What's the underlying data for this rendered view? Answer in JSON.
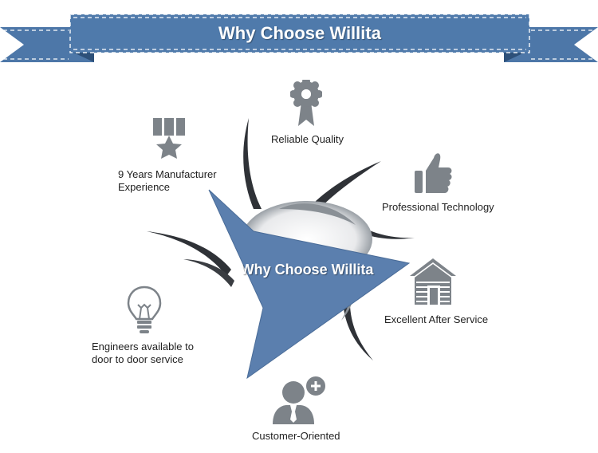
{
  "banner": {
    "title": "Why Choose Willita"
  },
  "diagram": {
    "center_title": "Why Choose Willita",
    "features": [
      {
        "label": "Reliable Quality",
        "icon": "rosette-icon"
      },
      {
        "label": "Professional Technology",
        "icon": "thumbs-up-icon"
      },
      {
        "label": "Excellent After Service",
        "icon": "house-icon"
      },
      {
        "label": "Customer-Oriented",
        "icon": "add-user-icon"
      },
      {
        "label_line1": "Engineers available to",
        "label_line2": "door to door service",
        "icon": "light-bulb-icon"
      },
      {
        "label_line1": "9 Years Manufacturer",
        "label_line2": "Experience",
        "icon": "medal-icon"
      }
    ]
  },
  "colors": {
    "banner_blue": "#4d77a8",
    "banner_dark": "#325a86",
    "arrow_blue": "#5b7fae",
    "icon_gray": "#7d8389",
    "swirl_dark": "#2f3237"
  }
}
